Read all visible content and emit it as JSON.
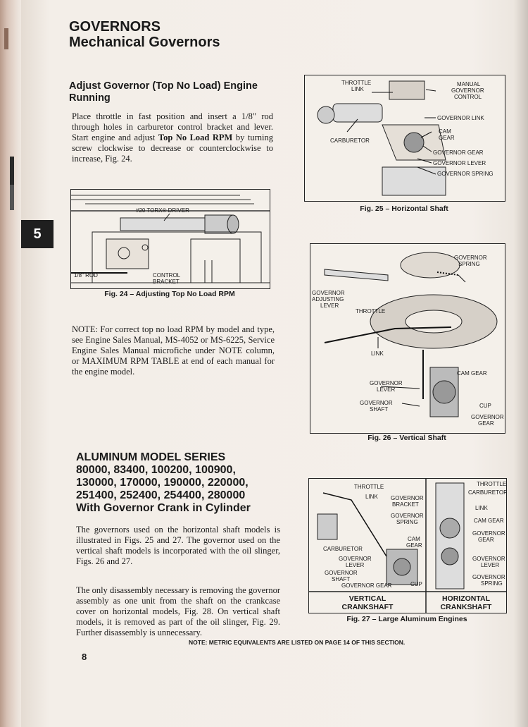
{
  "header": {
    "title": "GOVERNORS",
    "subtitle": "Mechanical Governors"
  },
  "section_tab": "5",
  "adjust": {
    "heading": "Adjust Governor (Top No Load) Engine Running",
    "para_a": "Place throttle in fast position and insert a 1/8\" rod through holes in carburetor control bracket and lever. Start engine and adjust ",
    "para_bold": "Top No Load RPM",
    "para_b": " by turning screw clockwise to decrease or counterclockwise to increase, Fig. 24."
  },
  "fig24": {
    "labels": {
      "driver": "#20 TORX® DRIVER",
      "rod": "1/8\" ROD",
      "control": "CONTROL",
      "bracket": "BRACKET"
    },
    "caption": "Fig. 24 – Adjusting Top No Load RPM"
  },
  "note": "NOTE: For correct top no load RPM by model and type, see Engine Sales Manual, MS-4052 or MS-6225, Service Engine Sales Manual microfiche under NOTE column, or MAXIMUM RPM TABLE at end of each manual for the engine model.",
  "fig25": {
    "labels": {
      "throttle": "THROTTLE",
      "link": "LINK",
      "manual": "MANUAL",
      "governor": "GOVERNOR",
      "control": "CONTROL",
      "governor_link": "GOVERNOR LINK",
      "carburetor": "CARBURETOR",
      "cam": "CAM",
      "gear": "GEAR",
      "governor_gear": "GOVERNOR GEAR",
      "governor_lever": "GOVERNOR LEVER",
      "governor_spring": "GOVERNOR SPRING"
    },
    "caption": "Fig. 25 – Horizontal Shaft"
  },
  "fig26": {
    "labels": {
      "governor": "GOVERNOR",
      "spring": "SPRING",
      "adjusting": "ADJUSTING",
      "lever": "LEVER",
      "throttle": "THROTTLE",
      "link": "LINK",
      "cam_gear": "CAM GEAR",
      "shaft": "SHAFT",
      "cup": "CUP",
      "gear": "GEAR"
    },
    "caption": "Fig. 26 – Vertical Shaft"
  },
  "series": {
    "title": "ALUMINUM MODEL SERIES",
    "line1": "80000, 83400, 100200, 100900,",
    "line2": "130000, 170000, 190000, 220000,",
    "line3": "251400, 252400, 254400, 280000",
    "line4": "With Governor Crank in Cylinder"
  },
  "para2": "The governors used on the horizontal shaft models is illustrated in Figs. 25 and 27. The governor used on the vertical shaft models is incorporated with the oil slinger, Figs. 26 and 27.",
  "para3": "The only disassembly necessary is removing the governor assembly as one unit from the shaft on the crankcase cover on horizontal models, Fig. 28. On vertical shaft models, it is removed as part of the oil slinger, Fig. 29. Further disassembly is unnecessary.",
  "fig27": {
    "labels": {
      "throttle": "THROTTLE",
      "link": "LINK",
      "governor": "GOVERNOR",
      "bracket": "BRACKET",
      "spring": "SPRING",
      "cam": "CAM",
      "gear": "GEAR",
      "carburetor": "CARBURETOR",
      "lever": "LEVER",
      "shaft": "SHAFT",
      "governor_gear": "GOVERNOR GEAR",
      "cup": "CUP",
      "cam_gear": "CAM GEAR"
    },
    "vertical": "VERTICAL",
    "horizontal": "HORIZONTAL",
    "crankshaft": "CRANKSHAFT",
    "caption": "Fig. 27 – Large Aluminum Engines"
  },
  "footer_note": "NOTE: METRIC EQUIVALENTS ARE LISTED ON PAGE 14 OF THIS SECTION.",
  "page_number": "8"
}
